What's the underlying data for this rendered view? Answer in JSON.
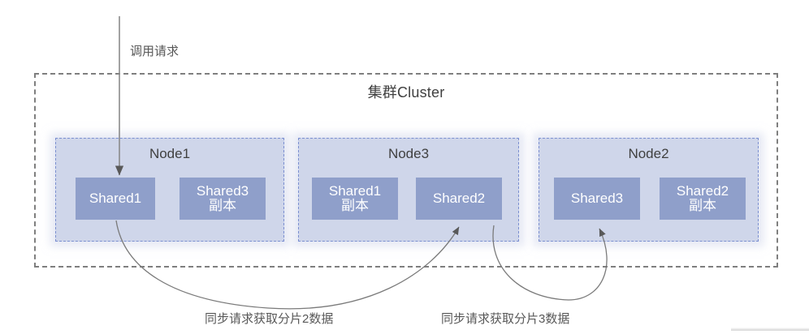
{
  "diagram": {
    "cluster": {
      "title": "集群Cluster",
      "border_color": "#7f7f7f"
    },
    "request_label": "调用请求",
    "nodes": [
      {
        "name": "Node1",
        "shards": [
          {
            "label": "Shared1",
            "sub": ""
          },
          {
            "label": "Shared3",
            "sub": "副本"
          }
        ]
      },
      {
        "name": "Node3",
        "shards": [
          {
            "label": "Shared1",
            "sub": "副本"
          },
          {
            "label": "Shared2",
            "sub": ""
          }
        ]
      },
      {
        "name": "Node2",
        "shards": [
          {
            "label": "Shared3",
            "sub": ""
          },
          {
            "label": "Shared2",
            "sub": "副本"
          }
        ]
      }
    ],
    "sync_labels": [
      "同步请求获取分片2数据",
      "同步请求获取分片3数据"
    ],
    "colors": {
      "node_fill": "#cfd6ea",
      "node_border": "#7b8fd0",
      "shard_fill": "#8f9fca",
      "shard_text": "#ffffff",
      "arrow": "#595959",
      "text": "#404040"
    }
  }
}
